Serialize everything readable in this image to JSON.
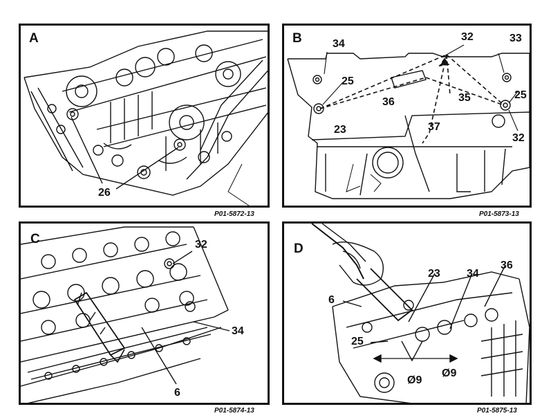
{
  "panels": {
    "a": {
      "letter": "A",
      "ref": "P01-5872-13",
      "callouts": {
        "c26": "26"
      }
    },
    "b": {
      "letter": "B",
      "ref": "P01-5873-13",
      "callouts": {
        "c34": "34",
        "c32a": "32",
        "c33": "33",
        "c25a": "25",
        "c36": "36",
        "c35": "35",
        "c25b": "25",
        "c23": "23",
        "c37": "37",
        "c32b": "32"
      }
    },
    "c": {
      "letter": "C",
      "ref": "P01-5874-13",
      "callouts": {
        "c32": "32",
        "c34": "34",
        "c6": "6"
      }
    },
    "d": {
      "letter": "D",
      "ref": "P01-5875-13",
      "callouts": {
        "c23": "23",
        "c34": "34",
        "c36": "36",
        "c6": "6",
        "c25": "25",
        "c9a": "Ø9",
        "c9b": "Ø9"
      }
    }
  }
}
